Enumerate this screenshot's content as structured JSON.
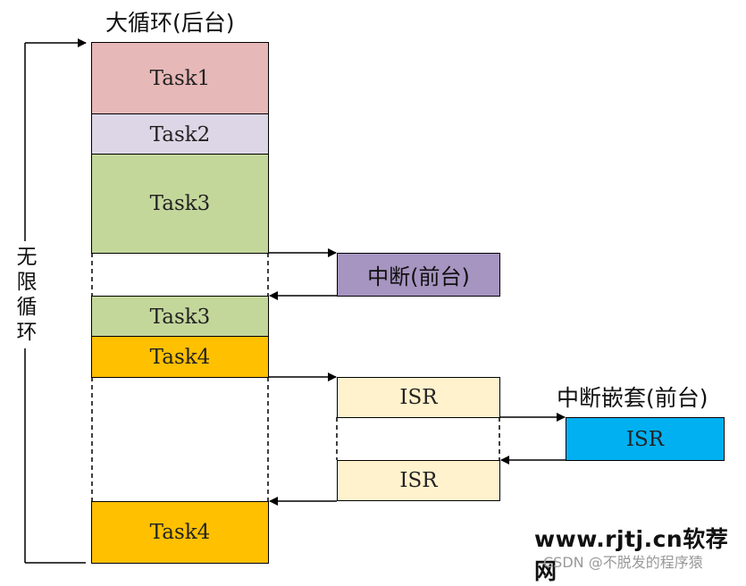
{
  "title": "大循环(后台)",
  "loop_label": "无限循环",
  "tasks": {
    "task1": "Task1",
    "task2": "Task2",
    "task3a": "Task3",
    "task3b": "Task3",
    "task4a": "Task4",
    "task4b": "Task4"
  },
  "interrupt": {
    "label": "中断(前台)"
  },
  "isr": {
    "first": "ISR",
    "second": "ISR",
    "nested": "ISR"
  },
  "nested_title": "中断嵌套(前台)",
  "watermark": {
    "site": "www.rjtj.cn软荐网",
    "csdn": "CSDN @不脱发的程序猿"
  },
  "colors": {
    "task1": "#e6b8b7",
    "task2": "#dcd6e6",
    "task3": "#c4d79b",
    "task4": "#ffc000",
    "interrupt": "#a694c1",
    "isr": "#fff2cc",
    "nested_isr": "#00b0f0"
  }
}
